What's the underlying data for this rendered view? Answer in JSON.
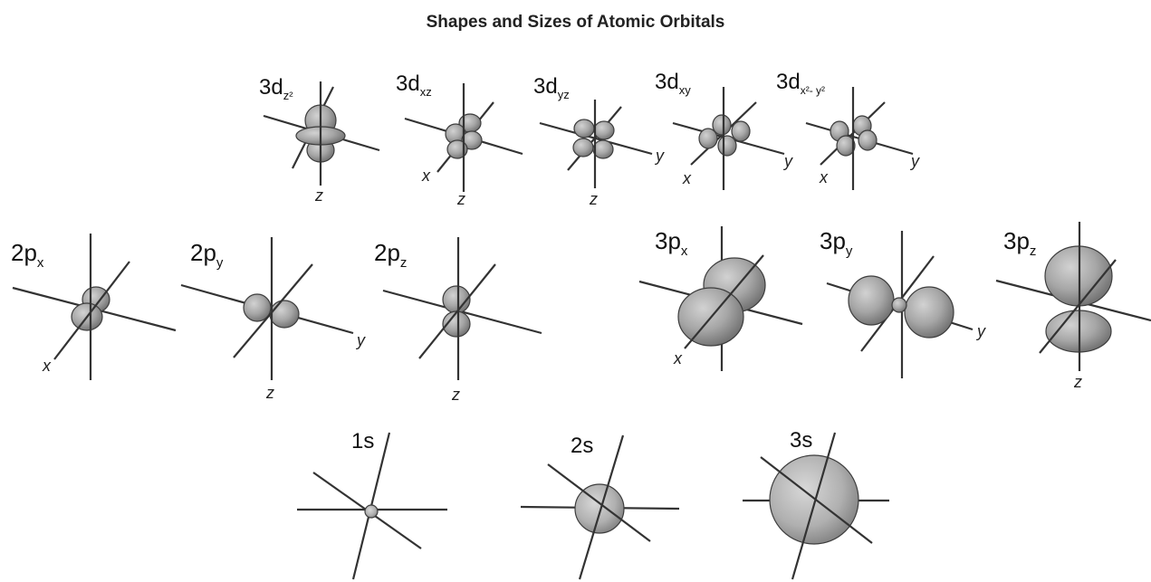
{
  "title": "Shapes and Sizes of Atomic Orbitals",
  "colors": {
    "lobe_light": "#cfcfcf",
    "lobe_dark": "#7d7d7d",
    "axis": "#333333"
  },
  "d_orbitals": [
    {
      "main": "3d",
      "sub": "z²",
      "axes": [
        "z"
      ]
    },
    {
      "main": "3d",
      "sub": "xz",
      "axes": [
        "x",
        "z"
      ]
    },
    {
      "main": "3d",
      "sub": "yz",
      "axes": [
        "y",
        "z"
      ]
    },
    {
      "main": "3d",
      "sub": "xy",
      "axes": [
        "x",
        "y"
      ]
    },
    {
      "main": "3d",
      "sub": "x²- y²",
      "axes": [
        "x",
        "y"
      ]
    }
  ],
  "p_orbitals": [
    {
      "main": "2p",
      "sub": "x",
      "axes": [
        "x"
      ]
    },
    {
      "main": "2p",
      "sub": "y",
      "axes": [
        "y",
        "z"
      ]
    },
    {
      "main": "2p",
      "sub": "z",
      "axes": [
        "z"
      ]
    },
    {
      "main": "3p",
      "sub": "x",
      "axes": [
        "x"
      ]
    },
    {
      "main": "3p",
      "sub": "y",
      "axes": [
        "y"
      ]
    },
    {
      "main": "3p",
      "sub": "z",
      "axes": [
        "z"
      ]
    }
  ],
  "s_orbitals": [
    {
      "label": "1s"
    },
    {
      "label": "2s"
    },
    {
      "label": "3s"
    }
  ]
}
